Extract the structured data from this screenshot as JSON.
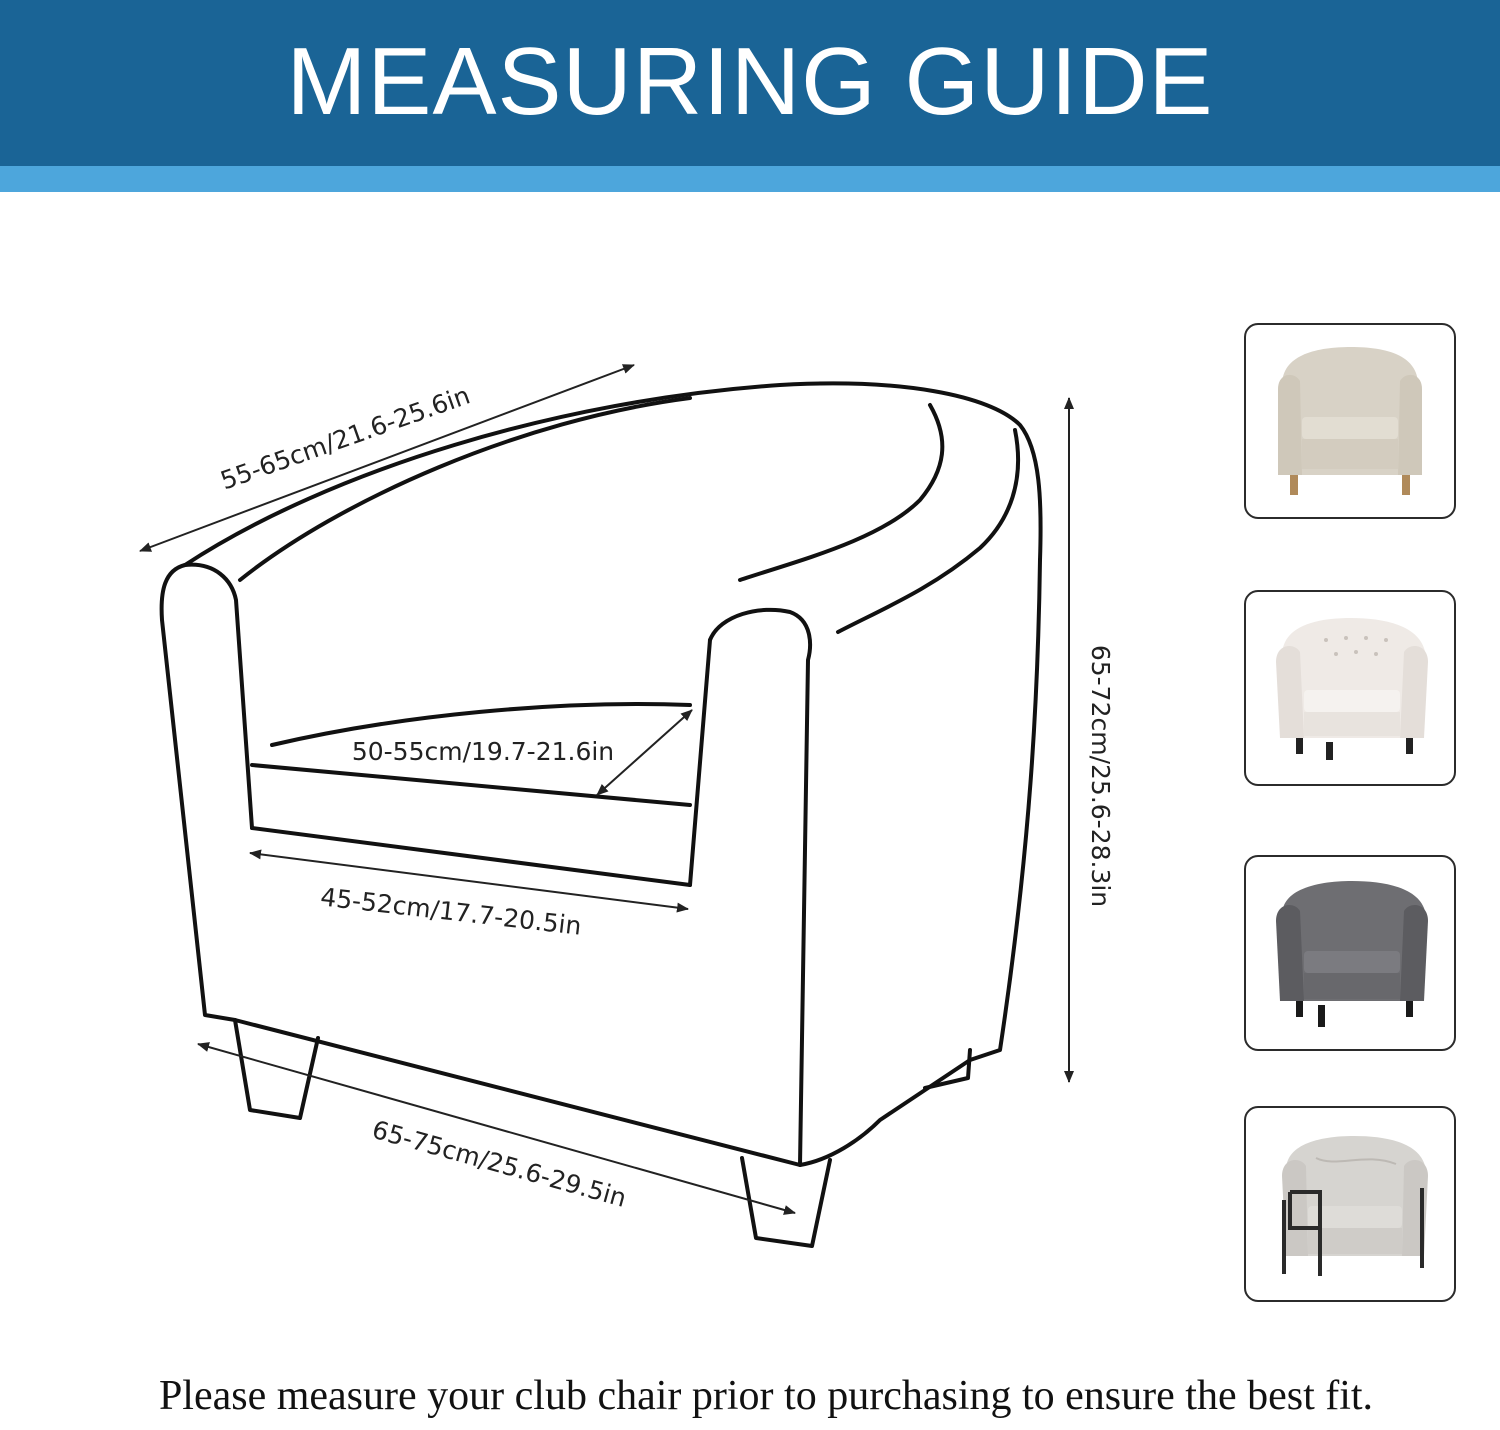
{
  "header": {
    "title": "MEASURING GUIDE"
  },
  "dimensions": {
    "back_width": "55-65cm/21.6-25.6in",
    "seat_depth": "50-55cm/19.7-21.6in",
    "seat_width": "45-52cm/17.7-20.5in",
    "bottom_width": "65-75cm/25.6-29.5in",
    "height": "65-72cm/25.6-28.3in"
  },
  "thumbnails": [
    {
      "name": "beige-club-chair"
    },
    {
      "name": "white-tufted-club-chair"
    },
    {
      "name": "gray-club-chair"
    },
    {
      "name": "marble-club-chair"
    }
  ],
  "colors": {
    "header": "#1a6496",
    "stripe": "#4da6dc"
  },
  "caption": "Please measure your club chair prior to purchasing to ensure the best fit."
}
